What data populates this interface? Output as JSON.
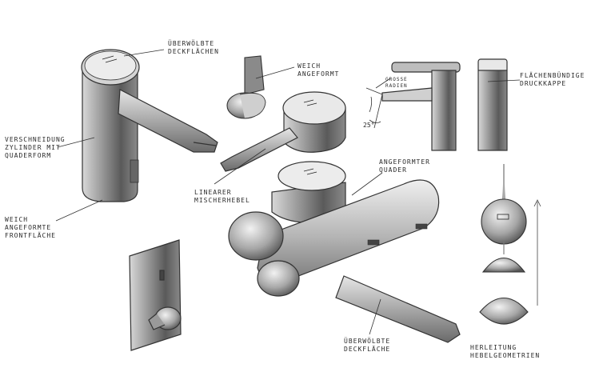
{
  "annotations": {
    "deckflaechen_top": [
      "ÜBERWÖLBTE",
      "DECKFLÄCHEN"
    ],
    "weich_angeformt": [
      "WEICH",
      "ANGEFORMT"
    ],
    "grosse_radien": [
      "GROSSE",
      "RADIEN"
    ],
    "flaechenbuendige": [
      "FLÄCHENBÜNDIGE",
      "DRUCKKAPPE"
    ],
    "verschneidung": [
      "VERSCHNEIDUNG",
      "ZYLINDER MIT",
      "QUADERFORM"
    ],
    "weich_frontflaeche": [
      "WEICH",
      "ANGEFORMTE",
      "FRONTFLÄCHE"
    ],
    "linearer_mischerhebel": [
      "LINEARER",
      "MISCHERHEBEL"
    ],
    "angeformter_quader": [
      "ANGEFORMTER",
      "QUADER"
    ],
    "deckflaeche_bottom": [
      "ÜBERWÖLBTE",
      "DECKFLÄCHE"
    ],
    "herleitung": [
      "HERLEITUNG",
      "HEBELGEOMETRIEN"
    ]
  },
  "angle_label": "25°"
}
